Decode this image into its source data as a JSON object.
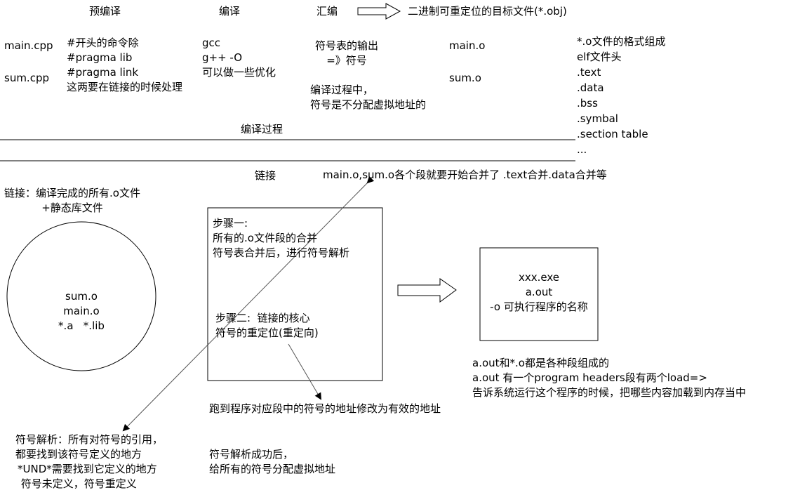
{
  "header": {
    "stage_precompile": "预编译",
    "stage_compile": "编译",
    "stage_assemble": "汇编",
    "output_desc": "二进制可重定位的目标文件(*.obj)"
  },
  "sources": {
    "main": "main.cpp",
    "sum": "sum.cpp"
  },
  "precompile_notes": [
    "#开头的命令除",
    "#pragma lib",
    "#pragma link",
    "这两要在链接的时候处理"
  ],
  "compile_notes": [
    "gcc",
    "g++ -O",
    "可以做一些优化"
  ],
  "assemble_notes": {
    "symbol_output": [
      "符号表的输出",
      "=》符号"
    ],
    "virtual_addr": [
      "编译过程中，",
      "符号是不分配虚拟地址的"
    ]
  },
  "objects": {
    "main": "main.o",
    "sum": "sum.o"
  },
  "elf_format": [
    "*.o文件的格式组成",
    "elf文件头",
    ".text",
    ".data",
    ".bss",
    ".symbal",
    ".section table",
    "..."
  ],
  "compile_process_label": "编译过程",
  "link_label": "链接",
  "merge_note": "main.o,sum.o各个段就要开始合并了 .text合并.data合并等",
  "link_inputs": [
    "链接：编译完成的所有.o文件",
    "+静态库文件"
  ],
  "circle": [
    "sum.o",
    "main.o",
    "*.a   *.lib"
  ],
  "step_box": {
    "step1": [
      "步骤一:",
      "所有的.o文件段的合并",
      "符号表合并后，进行符号解析"
    ],
    "step2": [
      "步骤二:  链接的核心",
      "符号的重定位(重定向)"
    ]
  },
  "exe_box": [
    "xxx.exe",
    "a.out",
    "-o 可执行程序的名称"
  ],
  "aout_notes": [
    "a.out和*.o都是各种段组成的",
    "a.out 有一个program headers段有两个load=>",
    "告诉系统运行这个程序的时候，把哪些内容加载到内存当中"
  ],
  "relocate_note": "跑到程序对应段中的符号的地址修改为有效的地址",
  "symbol_resolution": [
    "符号解析：所有对符号的引用，",
    "都要找到该符号定义的地方",
    "*UND*需要找到它定义的地方",
    " 符号未定义，符号重定义"
  ],
  "after_resolution": [
    "符号解析成功后，",
    "给所有的符号分配虚拟地址"
  ]
}
